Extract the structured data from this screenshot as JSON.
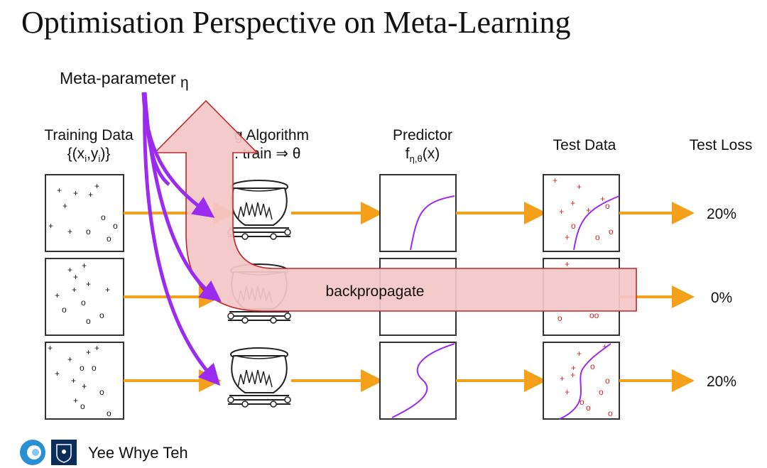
{
  "slide": {
    "title": "Optimisation Perspective on Meta-Learning",
    "meta_parameter_label": "Meta-parameter",
    "meta_parameter_symbol": "η",
    "columns": {
      "training_data": {
        "line1": "Training Data",
        "line2": "{(x_i,y_i)}"
      },
      "learning_algorithm": {
        "line1": "g Algorithm",
        "line2": ". train ⇒ θ"
      },
      "predictor": {
        "line1": "Predictor",
        "line2": "f_η,θ(x)"
      },
      "test_data": {
        "line1": "Test Data"
      },
      "test_loss": {
        "line1": "Test Loss"
      }
    },
    "loss_values": [
      "20%",
      "0%",
      "20%"
    ],
    "backprop_label": "backpropagate",
    "footer": {
      "author": "Yee Whye Teh"
    },
    "colors": {
      "flow_arrow": "#f5a01a",
      "meta_arrow": "#9b2bf0",
      "predictor_curve": "#9b2bf0",
      "test_markers": "#e02020",
      "backprop_fill": "#f4c6c6",
      "backprop_stroke": "#c0282c"
    },
    "icons": [
      "cauldron-icon",
      "deepmind-logo-icon",
      "oxford-crest-icon"
    ]
  }
}
